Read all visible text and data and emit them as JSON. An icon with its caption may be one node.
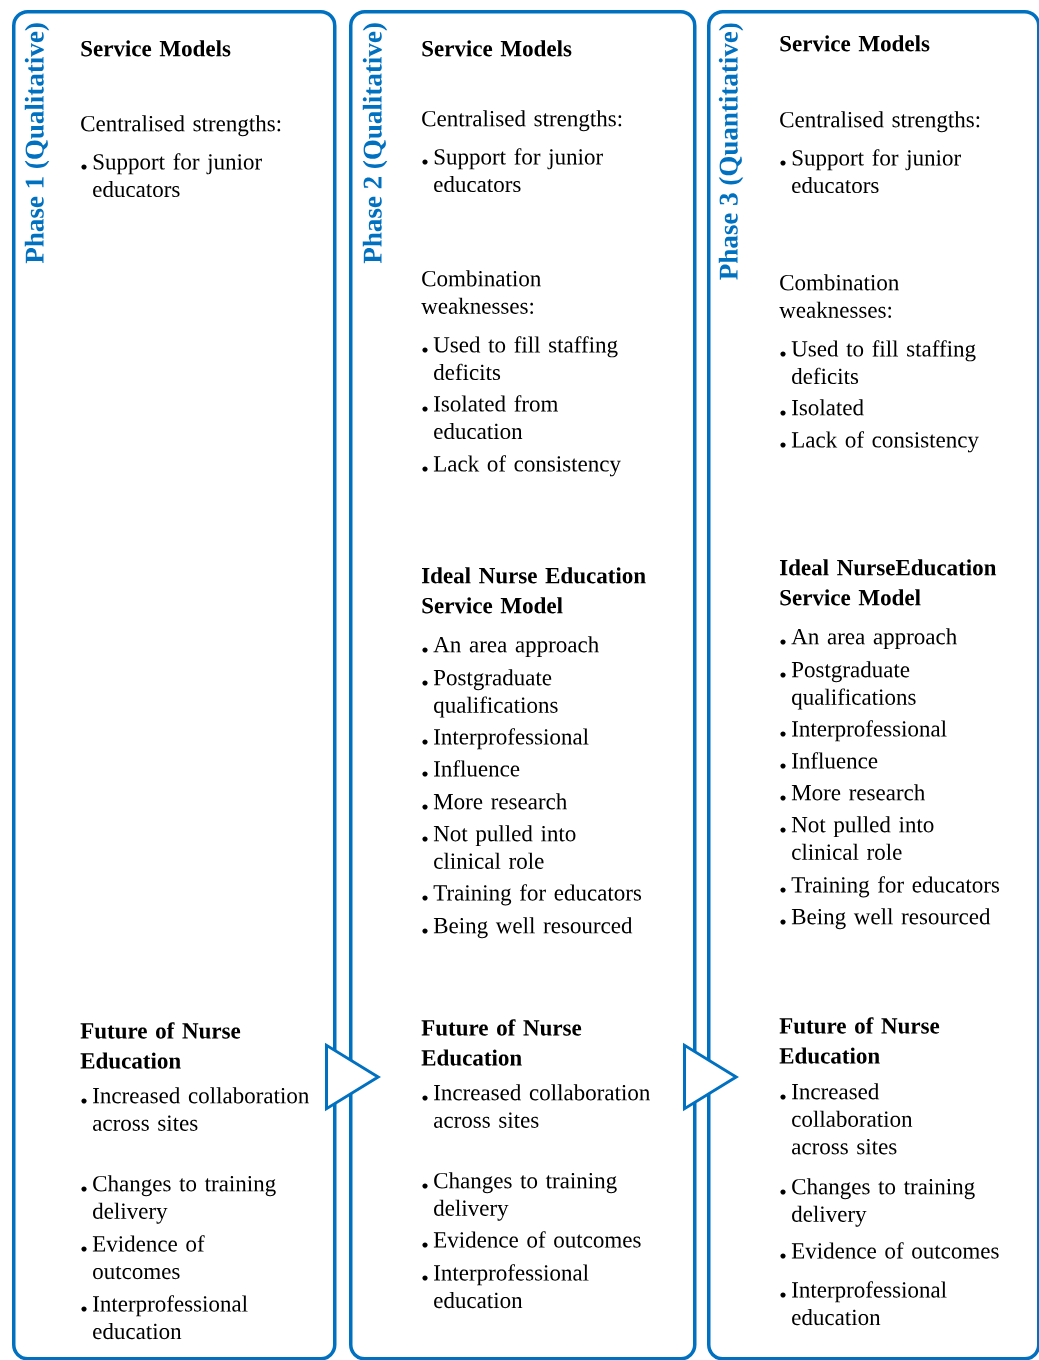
{
  "diagram": {
    "nodes": [
      {
        "text": [
          "Phase 1 (Qualitative)",
          "Service Models",
          "Centralised strengths:",
          "Support for junior educators",
          "Future of Nurse Education",
          "Increased collaboration across sites",
          "Changes to training delivery",
          "Evidence of outcomes",
          "Interprofessional education"
        ]
      },
      {
        "text": [
          "Phase 2 (Qualitative)",
          "Service Models",
          "Centralised strengths:",
          "Support for junior educators",
          "Combination weaknesses:",
          "Used to fill staffing deficits",
          "Isolated from education",
          "Lack of consistency",
          "Ideal Nurse Education Service Model",
          "An area approach",
          "Postgraduate qualifications",
          "Interprofessional",
          "Influence",
          "More research",
          "Not pulled into clinical role",
          "Training for educators",
          "Being well resourced",
          "Future of Nurse Education",
          "Increased collaboration across sites",
          "Changes to training delivery",
          "Evidence of outcomes",
          "Interprofessional education"
        ]
      },
      {
        "text": [
          "Phase 3 (Quantitative)",
          "Service Models",
          "Centralised strengths:",
          "Support for junior educators",
          "Combination weaknesses:",
          "Used to fill staffing deficits",
          "Isolated",
          "Lack of consistency",
          "Ideal NurseEducation Service Model",
          "An area approach",
          "Postgraduate qualifications",
          "Interprofessional",
          "Influence",
          "More research",
          "Not pulled into clinical role",
          "Training for educators",
          "Being well resourced",
          "Future of Nurse Education",
          "Increased collaboration across sites",
          "Changes to training delivery",
          "Evidence of outcomes",
          "Interprofessional education"
        ]
      }
    ],
    "edges": [
      {
        "from": 0,
        "to": 1,
        "arrow": "to"
      },
      {
        "from": 1,
        "to": 2,
        "arrow": "to"
      }
    ]
  }
}
